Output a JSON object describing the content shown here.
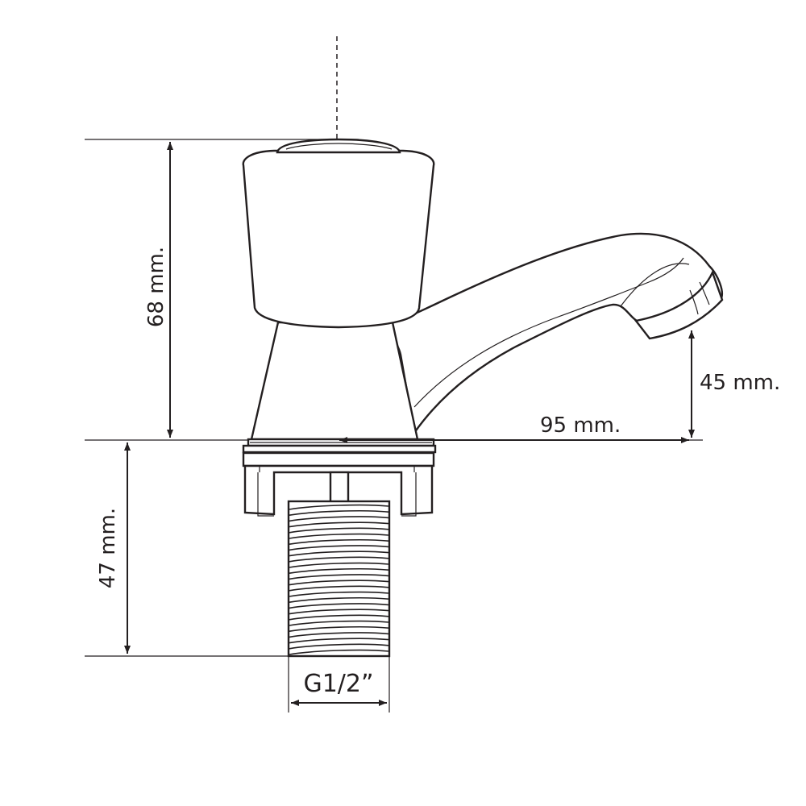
{
  "drawing": {
    "ink_color": "#231f20",
    "background": "#ffffff",
    "dimensions": {
      "handle_height": "68 mm.",
      "shank_length": "47 mm.",
      "spout_height": "45 mm.",
      "spout_reach": "95 mm.",
      "thread_size": "G1/2”"
    }
  }
}
